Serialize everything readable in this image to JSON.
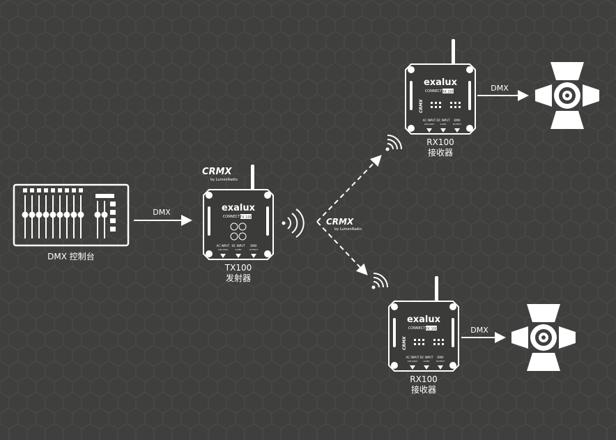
{
  "colors": {
    "background": "#3f3f3e",
    "hex_pattern": "#4a4a49",
    "foreground": "#ffffff",
    "device_body": "#3b3b3a"
  },
  "console": {
    "caption": "DMX 控制台"
  },
  "transmitter": {
    "model": "TX100",
    "role": "发射器",
    "brand": "exalux",
    "series": "CONNECT",
    "badge": "TX 100",
    "protocol_logo": "CRMX",
    "protocol_sub": "by LumenRadio",
    "ports": [
      "AC INPUT",
      "DC INPUT",
      "DMX"
    ],
    "port_subs": [
      "100-240V",
      "9-28V",
      "OUTPUT"
    ]
  },
  "receivers": [
    {
      "model": "RX100",
      "role": "接收器",
      "brand": "exalux",
      "series": "CONNECT",
      "badge": "RX 100",
      "protocol_logo": "CRMX",
      "ports": [
        "AC INPUT",
        "DC INPUT",
        "DMX"
      ],
      "port_subs": [
        "100-240V",
        "9-28V",
        "OUTPUT"
      ],
      "link_label": "DMX"
    },
    {
      "model": "RX100",
      "role": "接收器",
      "brand": "exalux",
      "series": "CONNECT",
      "badge": "RX 100",
      "protocol_logo": "CRMX",
      "ports": [
        "AC INPUT",
        "DC INPUT",
        "DMX"
      ],
      "port_subs": [
        "100-240V",
        "9-28V",
        "OUTPUT"
      ],
      "link_label": "DMX"
    }
  ],
  "console_link_label": "DMX",
  "wireless": {
    "logo": "CRMX",
    "sub": "by LumenRadio"
  },
  "icons": {
    "console": "dmx-console-icon",
    "device": "wireless-dmx-device-icon",
    "antenna": "antenna-icon",
    "signal": "wireless-signal-icon",
    "light": "stage-light-barn-doors-icon"
  }
}
